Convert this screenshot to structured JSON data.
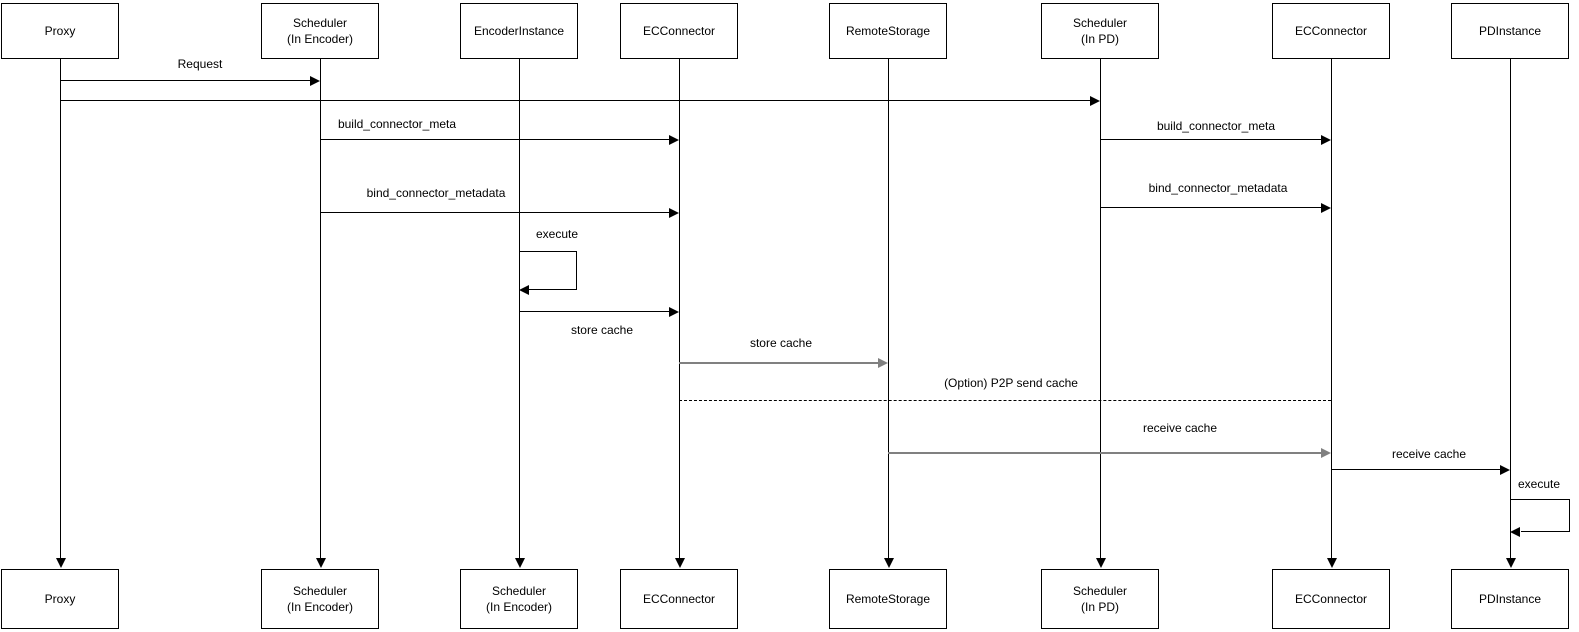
{
  "diagram": {
    "type": "sequence-diagram",
    "participants": [
      {
        "id": "proxy",
        "label": "Proxy",
        "bottom_label": "Proxy"
      },
      {
        "id": "scheduler-in-encoder",
        "label": "Scheduler\n(In Encoder)",
        "bottom_label": "Scheduler\n(In Encoder)"
      },
      {
        "id": "encoder-instance",
        "label": "EncoderInstance",
        "bottom_label": "Scheduler\n(In Encoder)"
      },
      {
        "id": "ec-connector-encoder",
        "label": "ECConnector",
        "bottom_label": "ECConnector"
      },
      {
        "id": "remote-storage",
        "label": "RemoteStorage",
        "bottom_label": "RemoteStorage"
      },
      {
        "id": "scheduler-in-pd",
        "label": "Scheduler\n(In PD)",
        "bottom_label": "Scheduler\n(In PD)"
      },
      {
        "id": "ec-connector-pd",
        "label": "ECConnector",
        "bottom_label": "ECConnector"
      },
      {
        "id": "pd-instance",
        "label": "PDInstance",
        "bottom_label": "PDInstance"
      }
    ],
    "messages": [
      {
        "label": "Request",
        "from": "proxy",
        "to": "scheduler-in-encoder",
        "style": "solid"
      },
      {
        "label": "",
        "from": "proxy",
        "to": "scheduler-in-pd",
        "style": "solid"
      },
      {
        "label": "build_connector_meta",
        "from": "scheduler-in-encoder",
        "to": "ec-connector-encoder",
        "style": "solid"
      },
      {
        "label": "build_connector_meta",
        "from": "scheduler-in-pd",
        "to": "ec-connector-pd",
        "style": "solid"
      },
      {
        "label": "bind_connector_metadata",
        "from": "scheduler-in-encoder",
        "to": "ec-connector-encoder",
        "style": "solid"
      },
      {
        "label": "bind_connector_metadata",
        "from": "scheduler-in-pd",
        "to": "ec-connector-pd",
        "style": "solid"
      },
      {
        "label": "execute",
        "from": "encoder-instance",
        "to": "encoder-instance",
        "style": "self"
      },
      {
        "label": "store cache",
        "from": "encoder-instance",
        "to": "ec-connector-encoder",
        "style": "solid"
      },
      {
        "label": "store cache",
        "from": "ec-connector-encoder",
        "to": "remote-storage",
        "style": "solid-gray"
      },
      {
        "label": "(Option) P2P send cache",
        "from": "ec-connector-encoder",
        "to": "ec-connector-pd",
        "style": "dashed"
      },
      {
        "label": "receive cache",
        "from": "remote-storage",
        "to": "ec-connector-pd",
        "style": "solid-gray"
      },
      {
        "label": "receive cache",
        "from": "ec-connector-pd",
        "to": "pd-instance",
        "style": "solid"
      },
      {
        "label": "execute",
        "from": "pd-instance",
        "to": "pd-instance",
        "style": "self"
      }
    ],
    "colors": {
      "background": "#ffffff",
      "box_fill": "#ffffff",
      "box_border": "#000000",
      "line": "#000000",
      "gray_line": "#808080",
      "text": "#000000"
    }
  }
}
